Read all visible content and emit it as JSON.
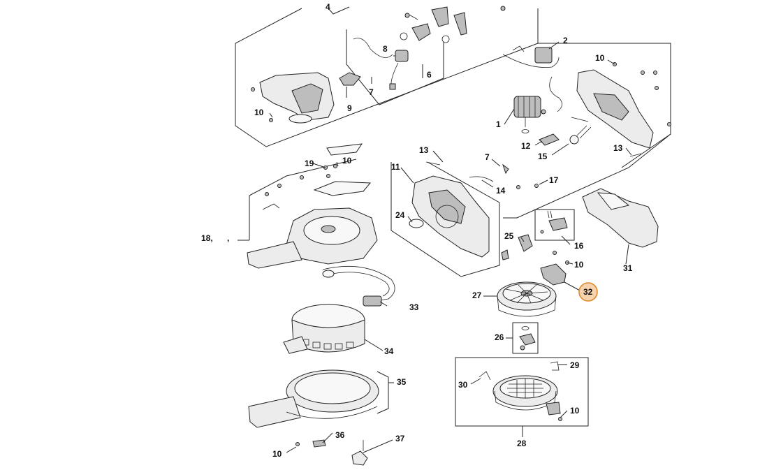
{
  "callouts": {
    "c1": "1",
    "c2": "2",
    "c4": "4",
    "c6": "6",
    "c7a": "7",
    "c7b": "7",
    "c8": "8",
    "c9": "9",
    "c10a": "10",
    "c10b": "10",
    "c10c": "10",
    "c10d": "10",
    "c10e": "10",
    "c10f": "10",
    "c11": "11",
    "c12": "12",
    "c13a": "13",
    "c13b": "13",
    "c14": "14",
    "c15": "15",
    "c16": "16",
    "c17": "17",
    "c18": "18,",
    "c18b": ",",
    "c19": "19",
    "c24": "24",
    "c25": "25",
    "c26": "26",
    "c27": "27",
    "c28": "28",
    "c29": "29",
    "c30": "30",
    "c31": "31",
    "c32": "32",
    "c33": "33",
    "c34": "34",
    "c35": "35",
    "c36": "36",
    "c37": "37"
  },
  "highlight": {
    "part": "32",
    "color": "#f6d2ad",
    "border": "#e08a2c"
  }
}
